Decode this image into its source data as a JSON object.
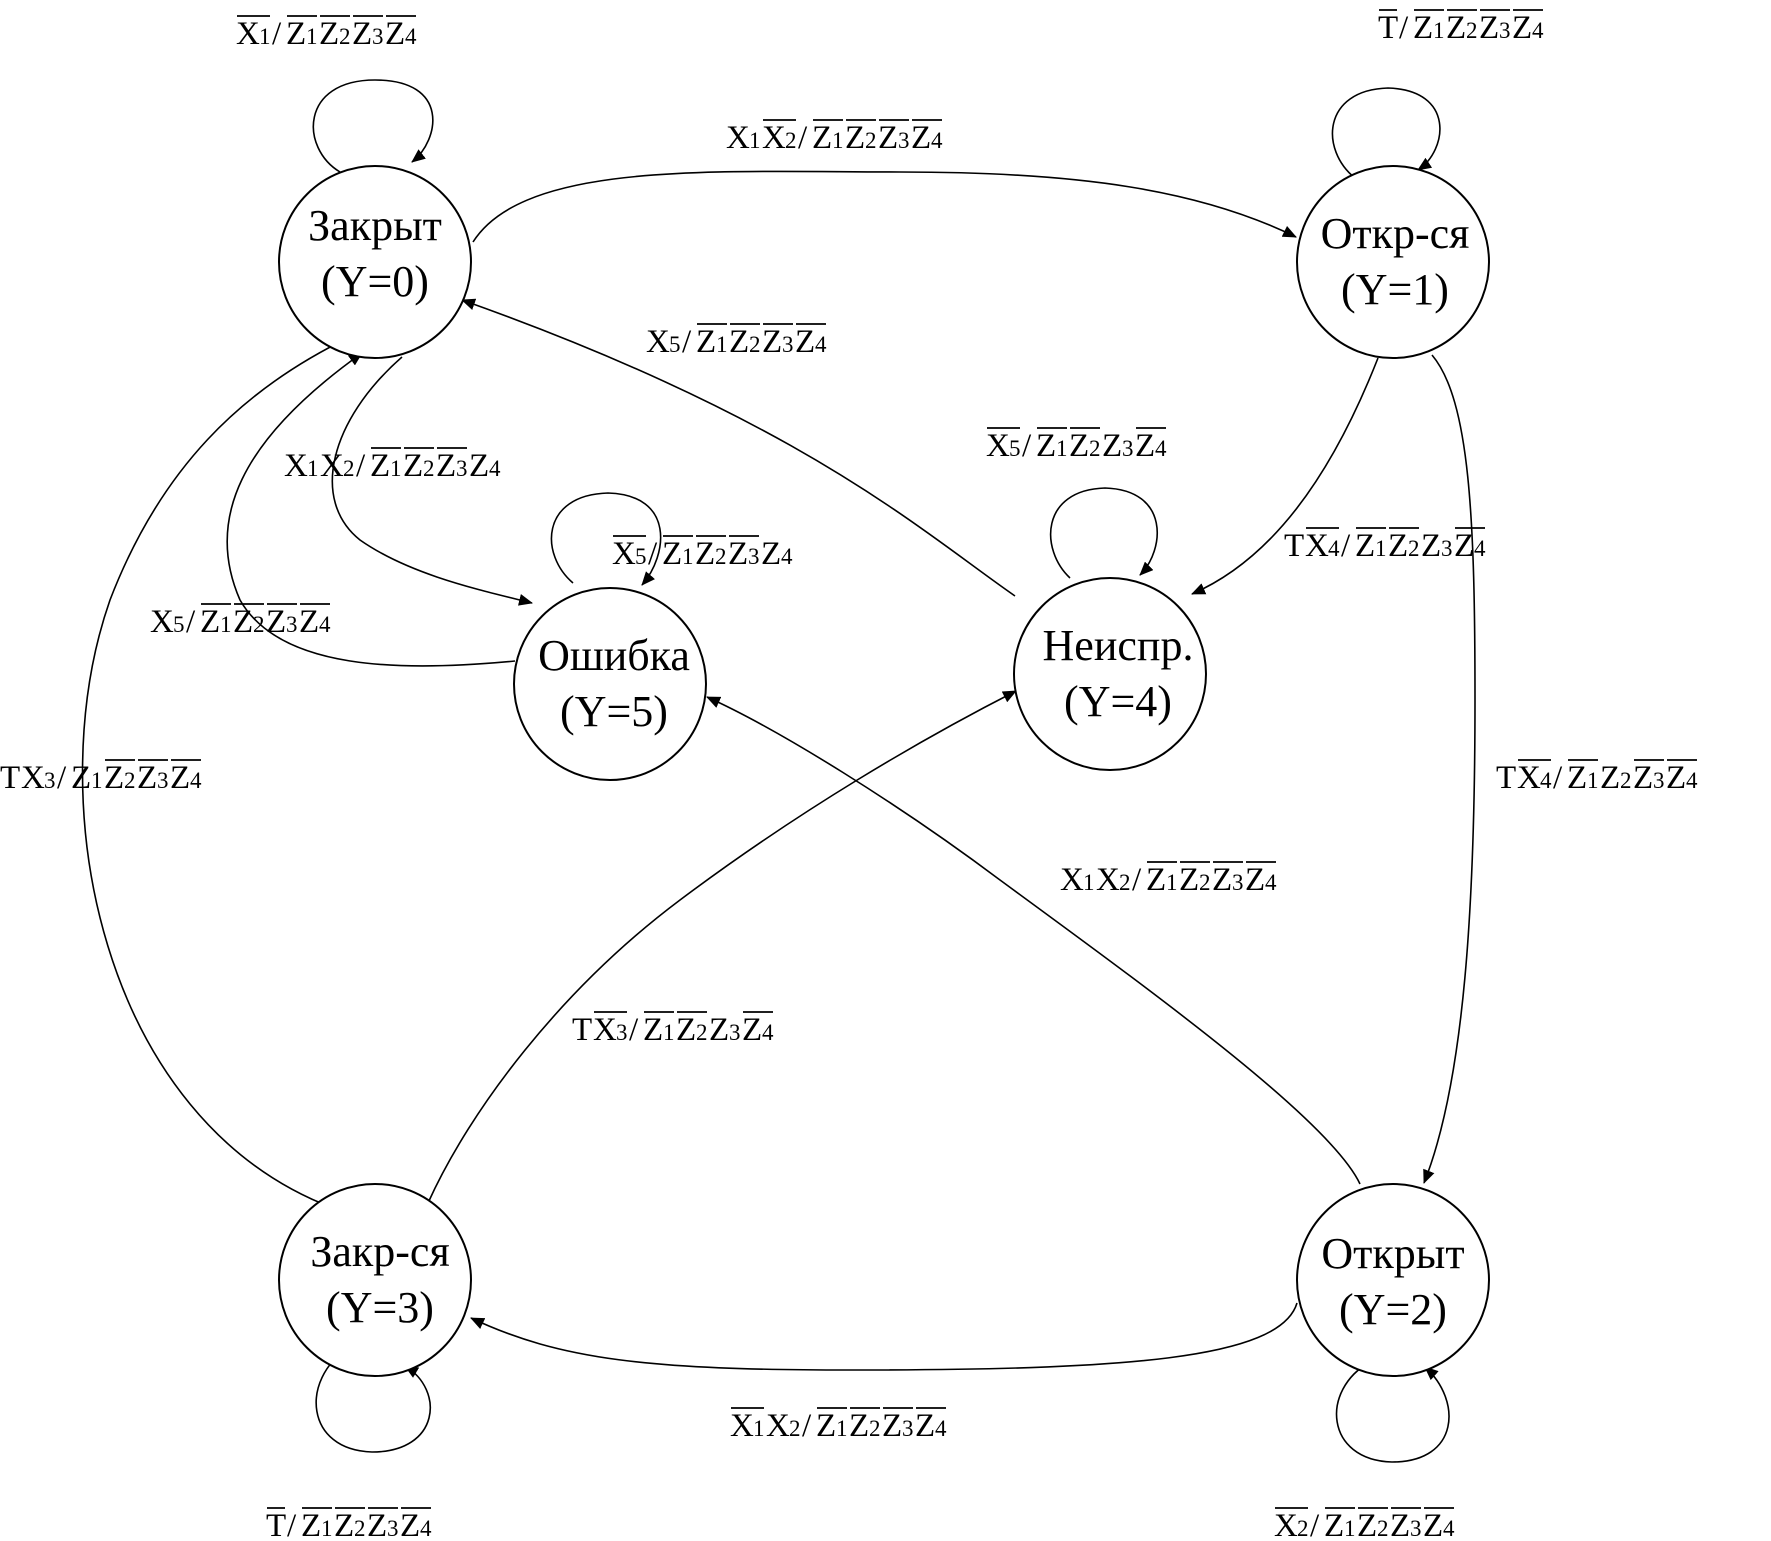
{
  "diagram": {
    "states": [
      {
        "id": "s0",
        "name": "Закрыт",
        "code": "(Y=0)"
      },
      {
        "id": "s1",
        "name": "Откр-ся",
        "code": "(Y=1)"
      },
      {
        "id": "s2",
        "name": "Открыт",
        "code": "(Y=2)"
      },
      {
        "id": "s3",
        "name": "Закр-ся",
        "code": "(Y=3)"
      },
      {
        "id": "s4",
        "name": "Неиспр.",
        "code": "(Y=4)"
      },
      {
        "id": "s5",
        "name": "Ошибка",
        "code": "(Y=5)"
      }
    ],
    "transitions": [
      {
        "id": "t00",
        "from": "s0",
        "to": "s0",
        "label": [
          [
            "X",
            "1",
            1
          ],
          [
            "/",
            ""
          ],
          [
            "Z",
            "1",
            1
          ],
          [
            "Z",
            "2",
            1
          ],
          [
            "Z",
            "3",
            1
          ],
          [
            "Z",
            "4",
            1
          ]
        ]
      },
      {
        "id": "t11",
        "from": "s1",
        "to": "s1",
        "label": [
          [
            "T",
            "",
            1
          ],
          [
            "/",
            ""
          ],
          [
            "Z",
            "1",
            1
          ],
          [
            "Z",
            "2",
            1
          ],
          [
            "Z",
            "3",
            1
          ],
          [
            "Z",
            "4",
            1
          ]
        ]
      },
      {
        "id": "t01",
        "from": "s0",
        "to": "s1",
        "label": [
          [
            "X",
            "1",
            0
          ],
          [
            "X",
            "2",
            1
          ],
          [
            "/",
            ""
          ],
          [
            "Z",
            "1",
            1
          ],
          [
            "Z",
            "2",
            1
          ],
          [
            "Z",
            "3",
            1
          ],
          [
            "Z",
            "4",
            1
          ]
        ]
      },
      {
        "id": "t40",
        "from": "s4",
        "to": "s0",
        "label": [
          [
            "X",
            "5",
            0
          ],
          [
            "/",
            ""
          ],
          [
            "Z",
            "1",
            1
          ],
          [
            "Z",
            "2",
            1
          ],
          [
            "Z",
            "3",
            1
          ],
          [
            "Z",
            "4",
            1
          ]
        ]
      },
      {
        "id": "t44",
        "from": "s4",
        "to": "s4",
        "label": [
          [
            "X",
            "5",
            1
          ],
          [
            "/",
            ""
          ],
          [
            "Z",
            "1",
            1
          ],
          [
            "Z",
            "2",
            1
          ],
          [
            "Z",
            "3",
            0
          ],
          [
            "Z",
            "4",
            1
          ]
        ]
      },
      {
        "id": "t05",
        "from": "s0",
        "to": "s5",
        "label": [
          [
            "X",
            "1",
            0
          ],
          [
            "X",
            "2",
            0
          ],
          [
            "/",
            ""
          ],
          [
            "Z",
            "1",
            1
          ],
          [
            "Z",
            "2",
            1
          ],
          [
            "Z",
            "3",
            1
          ],
          [
            "Z",
            "4",
            0
          ]
        ]
      },
      {
        "id": "t55",
        "from": "s5",
        "to": "s5",
        "label": [
          [
            "X",
            "5",
            1
          ],
          [
            "/",
            ""
          ],
          [
            "Z",
            "1",
            1
          ],
          [
            "Z",
            "2",
            1
          ],
          [
            "Z",
            "3",
            1
          ],
          [
            "Z",
            "4",
            0
          ]
        ]
      },
      {
        "id": "t14",
        "from": "s1",
        "to": "s4",
        "label": [
          [
            "T",
            "",
            0
          ],
          [
            "X",
            "4",
            1
          ],
          [
            "/",
            ""
          ],
          [
            "Z",
            "1",
            1
          ],
          [
            "Z",
            "2",
            1
          ],
          [
            "Z",
            "3",
            0
          ],
          [
            "Z",
            "4",
            1
          ]
        ]
      },
      {
        "id": "t50",
        "from": "s5",
        "to": "s0",
        "label": [
          [
            "X",
            "5",
            0
          ],
          [
            "/",
            ""
          ],
          [
            "Z",
            "1",
            1
          ],
          [
            "Z",
            "2",
            1
          ],
          [
            "Z",
            "3",
            1
          ],
          [
            "Z",
            "4",
            1
          ]
        ]
      },
      {
        "id": "t30",
        "from": "s3",
        "to": "s0",
        "label": [
          [
            "T",
            "",
            0
          ],
          [
            "X",
            "3",
            0
          ],
          [
            "/",
            ""
          ],
          [
            "Z",
            "1",
            0
          ],
          [
            "Z",
            "2",
            1
          ],
          [
            "Z",
            "3",
            1
          ],
          [
            "Z",
            "4",
            1
          ]
        ]
      },
      {
        "id": "t12",
        "from": "s1",
        "to": "s2",
        "label": [
          [
            "T",
            "",
            0
          ],
          [
            "X",
            "4",
            1
          ],
          [
            "/",
            ""
          ],
          [
            "Z",
            "1",
            1
          ],
          [
            "Z",
            "2",
            0
          ],
          [
            "Z",
            "3",
            1
          ],
          [
            "Z",
            "4",
            1
          ]
        ]
      },
      {
        "id": "t25",
        "from": "s2",
        "to": "s5",
        "label": [
          [
            "X",
            "1",
            0
          ],
          [
            "X",
            "2",
            0
          ],
          [
            "/",
            ""
          ],
          [
            "Z",
            "1",
            1
          ],
          [
            "Z",
            "2",
            1
          ],
          [
            "Z",
            "3",
            1
          ],
          [
            "Z",
            "4",
            1
          ]
        ]
      },
      {
        "id": "t34",
        "from": "s3",
        "to": "s4",
        "label": [
          [
            "T",
            "",
            0
          ],
          [
            "X",
            "3",
            1
          ],
          [
            "/",
            ""
          ],
          [
            "Z",
            "1",
            1
          ],
          [
            "Z",
            "2",
            1
          ],
          [
            "Z",
            "3",
            0
          ],
          [
            "Z",
            "4",
            1
          ]
        ]
      },
      {
        "id": "t23",
        "from": "s2",
        "to": "s3",
        "label": [
          [
            "X",
            "1",
            1
          ],
          [
            "X",
            "2",
            0
          ],
          [
            "/",
            ""
          ],
          [
            "Z",
            "1",
            1
          ],
          [
            "Z",
            "2",
            1
          ],
          [
            "Z",
            "3",
            1
          ],
          [
            "Z",
            "4",
            1
          ]
        ]
      },
      {
        "id": "t33",
        "from": "s3",
        "to": "s3",
        "label": [
          [
            "T",
            "",
            1
          ],
          [
            "/",
            ""
          ],
          [
            "Z",
            "1",
            1
          ],
          [
            "Z",
            "2",
            1
          ],
          [
            "Z",
            "3",
            1
          ],
          [
            "Z",
            "4",
            1
          ]
        ]
      },
      {
        "id": "t22",
        "from": "s2",
        "to": "s2",
        "label": [
          [
            "X",
            "2",
            1
          ],
          [
            "/",
            ""
          ],
          [
            "Z",
            "1",
            1
          ],
          [
            "Z",
            "2",
            1
          ],
          [
            "Z",
            "3",
            1
          ],
          [
            "Z",
            "4",
            1
          ]
        ]
      }
    ]
  }
}
